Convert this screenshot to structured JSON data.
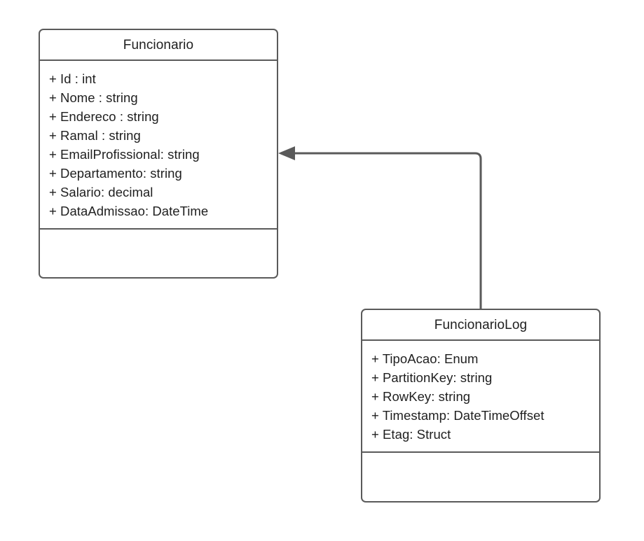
{
  "diagram": {
    "type": "uml-class-diagram",
    "background_color": "#ffffff",
    "stroke_color": "#5a5a5a",
    "text_color": "#1f1f1f",
    "classes": [
      {
        "id": "funcionario",
        "name": "Funcionario",
        "attributes": [
          "+ Id : int",
          "+ Nome : string",
          "+ Endereco : string",
          "+ Ramal : string",
          "+ EmailProfissional: string",
          "+ Departamento: string",
          "+ Salario: decimal",
          "+ DataAdmissao: DateTime"
        ],
        "methods": []
      },
      {
        "id": "funcionariolog",
        "name": "FuncionarioLog",
        "attributes": [
          "+ TipoAcao: Enum",
          "+ PartitionKey: string",
          "+ RowKey: string",
          "+ Timestamp: DateTimeOffset",
          "+ Etag: Struct"
        ],
        "methods": []
      }
    ],
    "connector": {
      "kind": "association",
      "from": "funcionariolog",
      "to": "funcionario",
      "arrowhead": "solid-filled-triangle",
      "routing": "elbow"
    }
  }
}
